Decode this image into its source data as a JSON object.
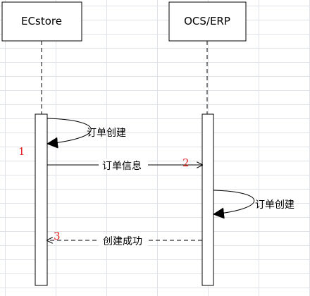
{
  "participants": [
    {
      "name": "ECstore"
    },
    {
      "name": "OCS/ERP"
    }
  ],
  "messages": [
    {
      "label": "订单创建",
      "number": "1"
    },
    {
      "label": "订单信息",
      "number": "2"
    },
    {
      "label": "订单创建"
    },
    {
      "label": "创建成功",
      "number": "3"
    }
  ],
  "colors": {
    "line": "#000000",
    "number": "#e02020",
    "grid": "#dfe3e8"
  }
}
